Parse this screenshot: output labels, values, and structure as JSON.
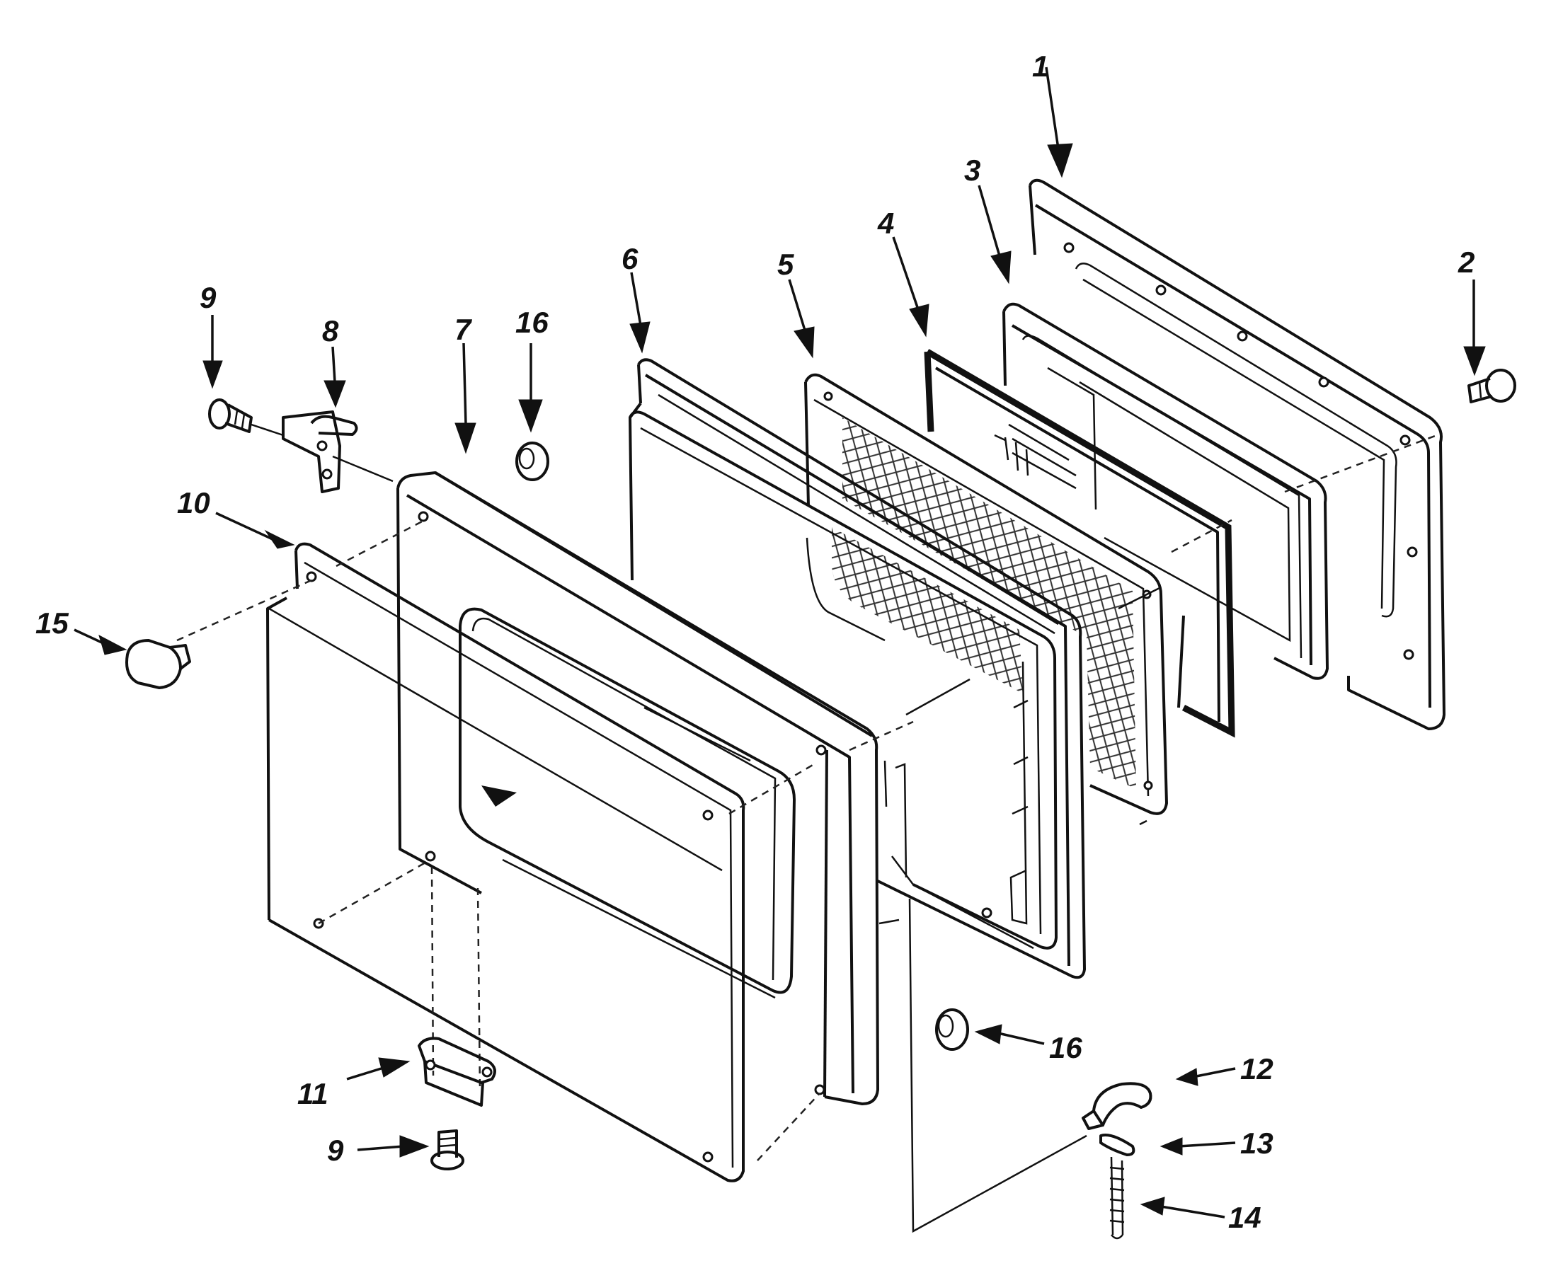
{
  "diagram": {
    "part_labels": {
      "p1": "1",
      "p2": "2",
      "p3": "3",
      "p4": "4",
      "p5": "5",
      "p6": "6",
      "p7": "7",
      "p8": "8",
      "p9_top": "9",
      "p9_bottom": "9",
      "p10": "10",
      "p11": "11",
      "p12": "12",
      "p13": "13",
      "p14": "14",
      "p15": "15",
      "p16_top": "16",
      "p16_bottom": "16"
    }
  }
}
